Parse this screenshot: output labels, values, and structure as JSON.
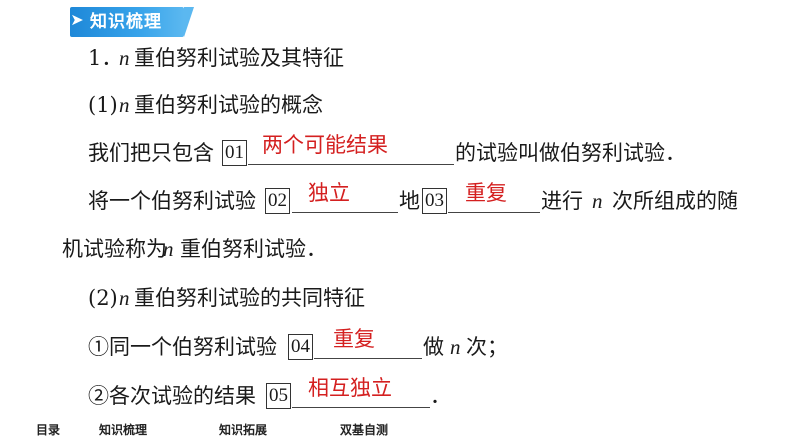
{
  "header": {
    "title": "知识梳理",
    "arrow_icon": "arrow-right-icon"
  },
  "lines": {
    "l1": {
      "num": "1．",
      "var": "n",
      "text": "重伯努利试验及其特征"
    },
    "l2": {
      "prefix": "(1)",
      "var": "n",
      "text": "重伯努利试验的概念"
    },
    "l3": {
      "before": "我们把只包含",
      "box": "01",
      "answer": "两个可能结果",
      "after": "的试验叫做伯努利试验．"
    },
    "l4": {
      "before": "将一个伯努利试验",
      "box1": "02",
      "answer1": "独立",
      "mid": "地",
      "box2": "03",
      "answer2": "重复",
      "after1": "进行",
      "var": "n",
      "after2": "次所组成的随"
    },
    "l5": {
      "before": "机试验称为",
      "var": "n",
      "after": "重伯努利试验．"
    },
    "l6": {
      "prefix": "(2)",
      "var": "n",
      "text": "重伯努利试验的共同特征"
    },
    "l7": {
      "before": "①同一个伯努利试验",
      "box": "04",
      "answer": "重复",
      "after1": "做",
      "var": "n",
      "after2": "次；"
    },
    "l8": {
      "before": "②各次试验的结果",
      "box": "05",
      "answer": "相互独立",
      "after": "．"
    }
  },
  "footer": {
    "items": [
      "目录",
      "知识梳理",
      "知识拓展",
      "双基自测"
    ]
  }
}
